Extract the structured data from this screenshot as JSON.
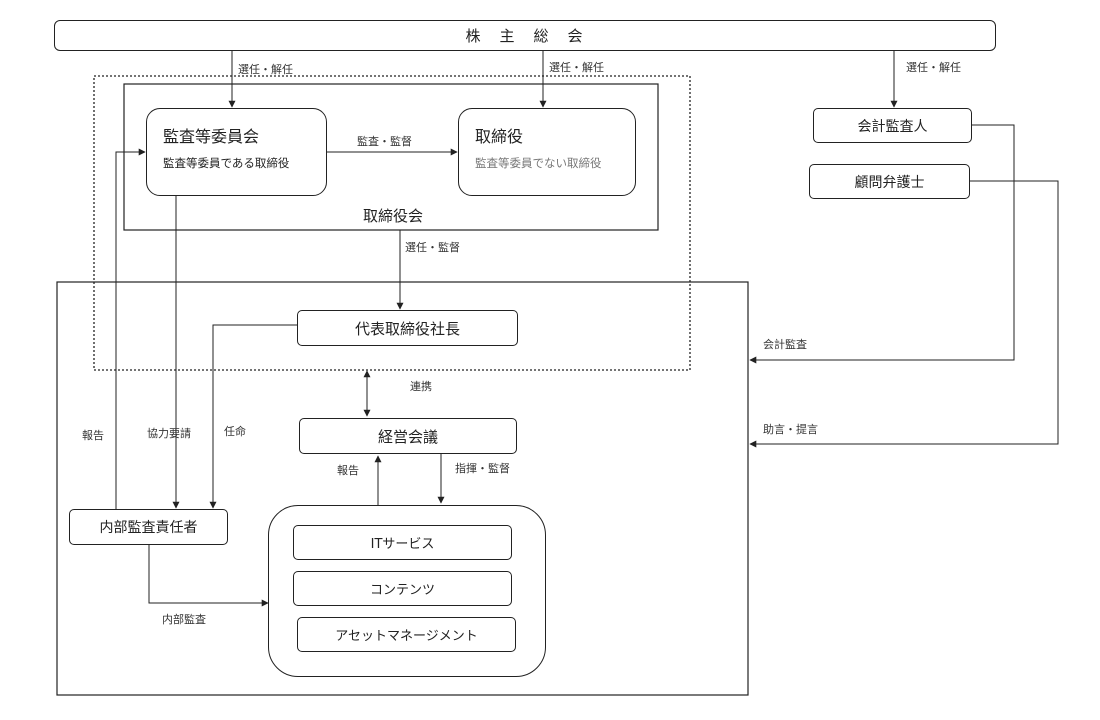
{
  "nodes": {
    "shareholders": "株　主　総　会",
    "audit_committee": {
      "title": "監査等委員会",
      "sub": "監査等委員である取締役"
    },
    "directors": {
      "title": "取締役",
      "sub": "監査等委員でない取締役"
    },
    "board": "取締役会",
    "accounting_auditor": "会計監査人",
    "legal_advisor": "顧問弁護士",
    "president": "代表取締役社長",
    "management_meeting": "経営会議",
    "internal_audit_head": "内部監査責任者",
    "divisions": [
      "ITサービス",
      "コンテンツ",
      "アセットマネージメント"
    ]
  },
  "edges": {
    "appoint_dismiss_1": "選任・解任",
    "appoint_dismiss_2": "選任・解任",
    "appoint_dismiss_3": "選任・解任",
    "audit_supervise": "監査・監督",
    "appoint_supervise": "選任・監督",
    "accounting_audit": "会計監査",
    "advice_proposal": "助言・提言",
    "cooperation": "連携",
    "report_1": "報告",
    "cooperation_request": "協力要請",
    "appointment": "任命",
    "report_2": "報告",
    "direct_supervise": "指揮・監督",
    "internal_audit": "内部監査"
  }
}
